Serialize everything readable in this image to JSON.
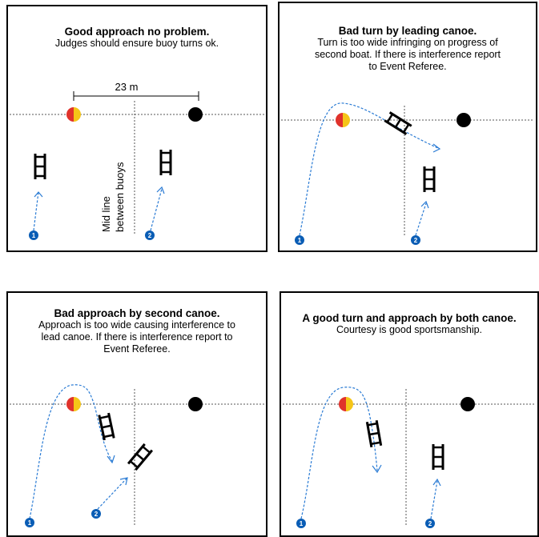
{
  "panels": [
    {
      "title": "Good approach no problem.",
      "description": "Judges should ensure buoy turns ok.",
      "distance_label": "23 m",
      "midline_label_1": "Mid line",
      "midline_label_2": "between buoys",
      "marker_1": "1",
      "marker_2": "2"
    },
    {
      "title": "Bad turn by leading canoe.",
      "description": "Turn is too wide infringing on progress of\nsecond boat.  If there is interference report\nto Event Referee.",
      "marker_1": "1",
      "marker_2": "2"
    },
    {
      "title": "Bad approach by second canoe.",
      "description": "Approach is too wide causing interference to\nlead canoe.  If there is interference report to\nEvent Referee.",
      "marker_1": "1",
      "marker_2": "2"
    },
    {
      "title": "A good turn and approach by both canoe.",
      "description": "Courtesy is good sportsmanship.",
      "marker_1": "1",
      "marker_2": "2"
    }
  ],
  "colors": {
    "buoy_red": "#e0322b",
    "buoy_yellow": "#f5c518",
    "path_blue": "#2a7bd4",
    "marker_blue": "#0a5db5",
    "buoy_black": "#000000"
  }
}
